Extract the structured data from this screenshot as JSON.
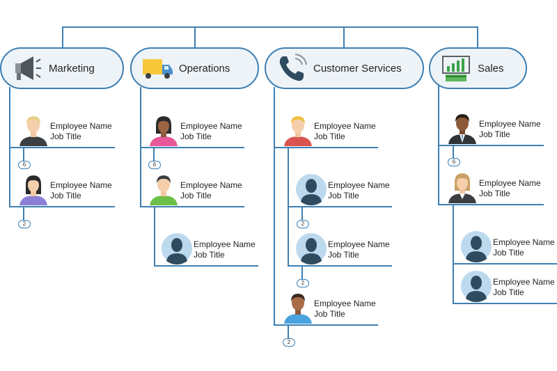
{
  "departments": [
    {
      "label": "Marketing",
      "icon": "megaphone-icon"
    },
    {
      "label": "Operations",
      "icon": "truck-icon"
    },
    {
      "label": "Customer Services",
      "icon": "phone-icon"
    },
    {
      "label": "Sales",
      "icon": "sales-chart-icon"
    }
  ],
  "employees": {
    "marketing": [
      {
        "name": "Employee  Name",
        "title": "Job Title",
        "avatar": "man-blond-avatar",
        "count": "6"
      },
      {
        "name": "Employee  Name",
        "title": "Job Title",
        "avatar": "woman-black-hair-avatar",
        "count": "2"
      }
    ],
    "operations": [
      {
        "name": "Employee  Name",
        "title": "Job Title",
        "avatar": "woman-dark-skin-avatar",
        "count": "6"
      },
      {
        "name": "Employee  Name",
        "title": "Job Title",
        "avatar": "man-green-shirt-avatar"
      },
      {
        "name": "Employee  Name",
        "title": "Job Title",
        "avatar": "silhouette-avatar"
      }
    ],
    "customer_services": [
      {
        "name": "Employee  Name",
        "title": "Job Title",
        "avatar": "man-red-shirt-avatar"
      },
      {
        "name": "Employee  Name",
        "title": "Job Title",
        "avatar": "silhouette-avatar",
        "count": "2"
      },
      {
        "name": "Employee  Name",
        "title": "Job Title",
        "avatar": "silhouette-avatar",
        "count": "2"
      },
      {
        "name": "Employee  Name",
        "title": "Job Title",
        "avatar": "man-blue-shirt-avatar",
        "count": "2"
      }
    ],
    "sales": [
      {
        "name": "Employee  Name",
        "title": "Job Title",
        "avatar": "man-suit-avatar",
        "count": "6"
      },
      {
        "name": "Employee  Name",
        "title": "Job Title",
        "avatar": "woman-blonde-avatar"
      },
      {
        "name": "Employee  Name",
        "title": "Job Title",
        "avatar": "silhouette-avatar"
      },
      {
        "name": "Employee  Name",
        "title": "Job Title",
        "avatar": "silhouette-avatar"
      }
    ]
  },
  "colors": {
    "line": "#3d7fb3",
    "node_fill": "#eef3f8",
    "silhouette_bg": "#bcd9ee",
    "silhouette_fg": "#2f4b5f"
  }
}
